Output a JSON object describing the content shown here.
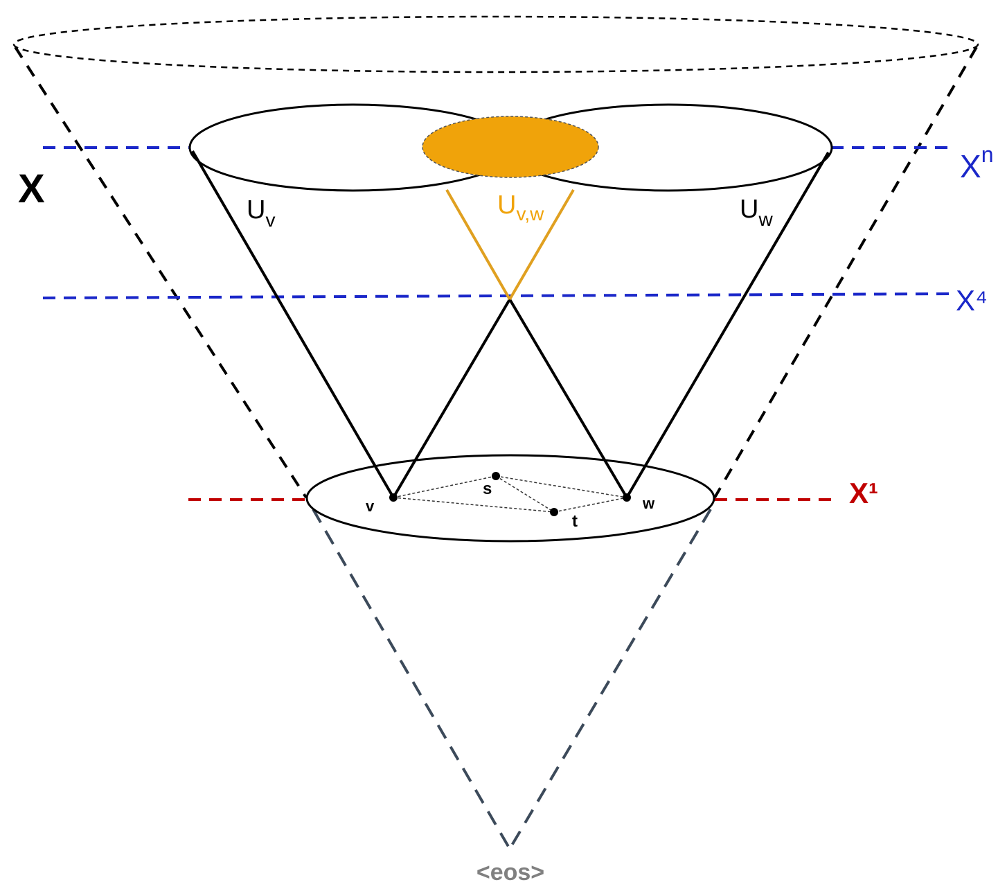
{
  "labels": {
    "space": "X",
    "level_n": "X",
    "level_n_sup": "n",
    "level_4": "X⁴",
    "level_1": "X¹",
    "cone_v_main": "U",
    "cone_v_sub": "v",
    "cone_w_main": "U",
    "cone_w_sub": "w",
    "cone_vw_main": "U",
    "cone_vw_sub": "v,w",
    "node_v": "v",
    "node_w": "w",
    "node_s": "s",
    "node_t": "t",
    "bottom": "<eos>"
  },
  "colors": {
    "blue_levels": "#1a27c9",
    "red_level": "#c00000",
    "orange": "#f0a30a",
    "orange_line": "#e0a020",
    "black": "#000000",
    "slate": "#3c4a5a",
    "gray_text": "#808080"
  }
}
